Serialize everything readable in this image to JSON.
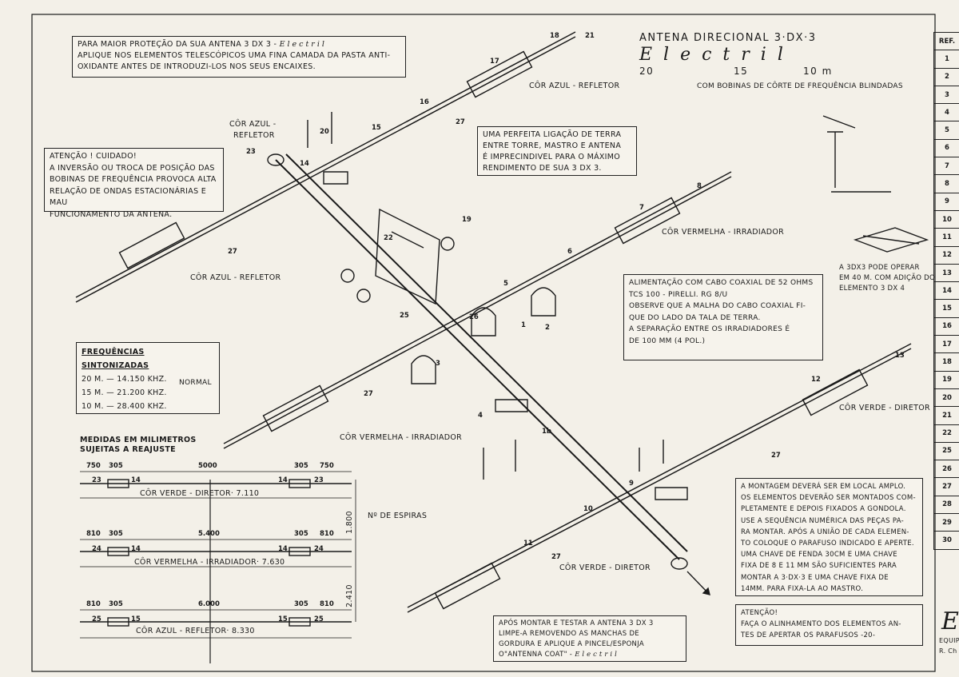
{
  "title": {
    "line1": "ANTENA DIRECIONAL  3·DX·3",
    "script": "Electril",
    "bands": [
      "20",
      "15",
      "10 m"
    ],
    "subtitle": "COM BOBINAS DE CÔRTE DE FREQUÊNCIA BLINDADAS"
  },
  "notes": {
    "protection": {
      "text_a": "PARA MAIOR PROTEÇÃO DA SUA ANTENA 3 DX 3 -",
      "script": "Electril",
      "text_b": "APLIQUE NOS ELEMENTOS TELESCÓPICOS UMA FINA CAMADA DA PASTA ANTI-",
      "text_c": "OXIDANTE ANTES DE INTRODUZI-LOS NOS SEUS ENCAIXES."
    },
    "attention": [
      "ATENÇÃO !      CUIDADO!",
      "A INVERSÃO OU TROCA DE POSIÇÃO DAS",
      "BOBINAS DE FREQUÊNCIA PROVOCA ALTA",
      "RELAÇÃO DE ONDAS ESTACIONÁRIAS E MAU",
      "FUNCIONAMENTO    DA  ANTENA."
    ],
    "ground": [
      "UMA PERFEITA LIGAÇÃO DE TERRA",
      "ENTRE TORRE, MASTRO E ANTENA",
      "É IMPRECINDIVEL PARA O MÁXIMO",
      "RENDIMENTO DE SUA 3 DX 3."
    ],
    "feed": [
      "ALIMENTAÇÃO COM CABO COAXIAL DE 52 OHMS",
      "TCS 100 - PIRELLI.        RG 8/U",
      "OBSERVE QUE A MALHA DO CABO COAXIAL FI-",
      "QUE DO LADO DA TALA DE TERRA.",
      "A SEPARAÇÃO ENTRE OS IRRADIADORES É",
      "DE 100 MM  (4 POL.)"
    ],
    "assembly": [
      "A MONTAGEM DEVERÁ SER EM LOCAL AMPLO.",
      "OS ELEMENTOS DEVERÃO SER MONTADOS COM-",
      "PLETAMENTE E DEPOIS FIXADOS A GONDOLA.",
      "USE A SEQUÊNCIA NUMÉRICA DAS PEÇAS PA-",
      "RA MONTAR. APÓS A UNIÃO DE CADA ELEMEN-",
      "TO COLOQUE O PARAFUSO INDICADO E APERTE.",
      "UMA CHAVE DE FENDA 30cm E UMA CHAVE",
      "FIXA DE 8 e 11 mm SÃO SUFICIENTES PARA",
      "MONTAR A 3·DX·3 E UMA CHAVE FIXA DE",
      "14mm. PARA FIXA-LA AO MASTRO."
    ],
    "attention2": [
      "ATENÇÃO!",
      "FAÇA O ALINHAMENTO DOS ELEMENTOS AN-",
      "TES DE APERTAR OS PARAFUSOS -20-"
    ],
    "coat": [
      "APÓS MONTAR E TESTAR A ANTENA 3 DX 3",
      "LIMPE-A REMOVENDO AS MANCHAS DE",
      "GORDURA E APLIQUE A PINCEL/ESPONJA",
      "O\"ANTENNA COAT\" -"
    ],
    "coat_script": "Electril",
    "forty": [
      "A 3DX3  PODE OPERAR",
      "EM 40 M. COM ADIÇÃO DO",
      "ELEMENTO 3 DX 4"
    ]
  },
  "frequencies": {
    "header": "FREQUÊNCIAS  SINTONIZADAS",
    "rows": [
      "20 M. — 14.150 Khz.",
      "15 M. — 21.200 Khz.",
      "10 M. — 28.400 Khz."
    ],
    "normal": "NORMAL"
  },
  "measures": {
    "header1": "MEDIDAS EM MILIMETROS",
    "header2": "SUJEITAS  A  REAJUSTE",
    "espiras": "Nº  DE  ESPIRAS",
    "vert1": "1.800",
    "vert2": "2.410",
    "diretor": {
      "left": [
        "750",
        "305"
      ],
      "center": "5000",
      "right": [
        "305",
        "750"
      ],
      "turns": [
        "23",
        "14",
        "14",
        "23"
      ],
      "label": "CÔR VERDE - DIRETOR· 7.110"
    },
    "irradiador": {
      "left": [
        "810",
        "305"
      ],
      "center": "5.400",
      "right": [
        "305",
        "810"
      ],
      "turns": [
        "24",
        "14",
        "14",
        "24"
      ],
      "label": "CÔR VERMELHA - IRRADIADOR· 7.630"
    },
    "refletor": {
      "left": [
        "810",
        "305"
      ],
      "center": "6.000",
      "right": [
        "305",
        "810"
      ],
      "turns": [
        "25",
        "15",
        "15",
        "25"
      ],
      "label": "CÔR  AZUL - REFLETOR· 8.330"
    }
  },
  "labels": {
    "azul_refletor_top": "CÔR AZUL - REFLETOR",
    "azul_refletor_small1": "CÔR AZUL -",
    "azul_refletor_small2": "REFLETOR",
    "azul_refletor_left": "CÔR  AZUL - REFLETOR",
    "vermelha_right": "CÔR VERMELHA - IRRADIADOR",
    "vermelha_bottom": "CÔR VERMELHA - IRRADIADOR",
    "verde_right": "CÔR VERDE - DIRETOR",
    "verde_bottom": "CÔR VERDE - DIRETOR"
  },
  "ref_table": {
    "header": "REF.",
    "rows": [
      "1",
      "2",
      "3",
      "4",
      "5",
      "6",
      "7",
      "8",
      "9",
      "10",
      "11",
      "12",
      "13",
      "14",
      "15",
      "16",
      "17",
      "18",
      "19",
      "20",
      "21",
      "22",
      "25",
      "26",
      "27",
      "28",
      "29",
      "30"
    ]
  },
  "equip": {
    "letter": "E",
    "line1": "EQUIP",
    "line2": "R. Ch"
  },
  "part_numbers": [
    "1",
    "1b",
    "2",
    "3",
    "4",
    "5",
    "6",
    "7",
    "8",
    "9",
    "10",
    "11",
    "12",
    "13",
    "14",
    "15",
    "16",
    "17",
    "18",
    "19",
    "20",
    "21",
    "22",
    "23",
    "25",
    "26",
    "27"
  ],
  "colors": {
    "ink": "#1a1a1a",
    "paper": "#f3f0e8"
  }
}
